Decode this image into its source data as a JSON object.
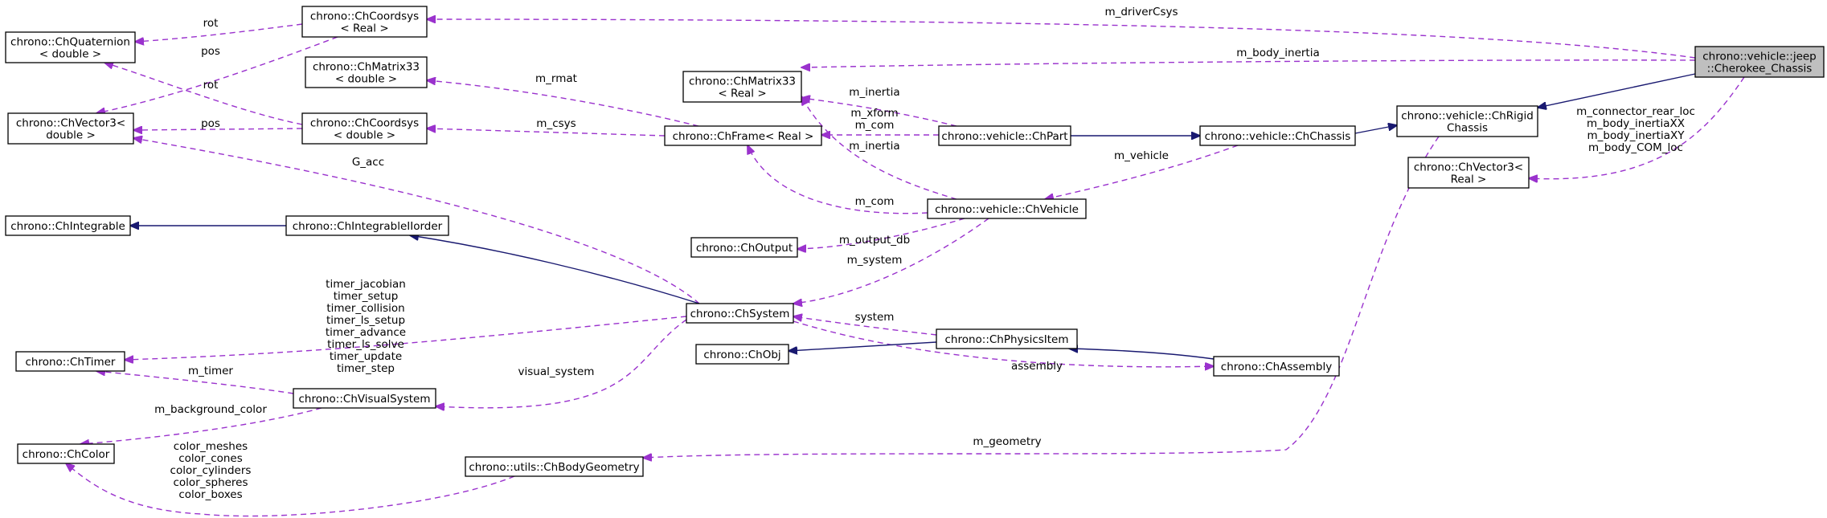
{
  "nodes": {
    "cherokee": [
      "chrono::vehicle::jeep",
      "::Cherokee_Chassis"
    ],
    "coordsys_top": [
      "chrono::ChCoordsys",
      "< Real >"
    ],
    "quaternion": [
      "chrono::ChQuaternion",
      "< double >"
    ],
    "vector3_double": [
      "chrono::ChVector3<",
      "double >"
    ],
    "matrix33_double": [
      "chrono::ChMatrix33",
      "< double >"
    ],
    "coordsys_double": [
      "chrono::ChCoordsys",
      "< double >"
    ],
    "matrix33_real": [
      "chrono::ChMatrix33",
      "< Real >"
    ],
    "frame_real": [
      "chrono::ChFrame< Real >"
    ],
    "chpart": [
      "chrono::vehicle::ChPart"
    ],
    "chchassis": [
      "chrono::vehicle::ChChassis"
    ],
    "rigid_chassis": [
      "chrono::vehicle::ChRigid",
      "Chassis"
    ],
    "vector3_real": [
      "chrono::ChVector3<",
      "Real >"
    ],
    "integrable": [
      "chrono::ChIntegrable"
    ],
    "integrable1": [
      "chrono::ChIntegrableIIorder"
    ],
    "chvehicle": [
      "chrono::vehicle::ChVehicle"
    ],
    "choutput": [
      "chrono::ChOutput"
    ],
    "chsystem": [
      "chrono::ChSystem"
    ],
    "chtimer": [
      "chrono::ChTimer"
    ],
    "chobj": [
      "chrono::ChObj"
    ],
    "physicsitem": [
      "chrono::ChPhysicsItem"
    ],
    "assembly": [
      "chrono::ChAssembly"
    ],
    "visualsystem": [
      "chrono::ChVisualSystem"
    ],
    "chcolor": [
      "chrono::ChColor"
    ],
    "bodygeometry": [
      "chrono::utils::ChBodyGeometry"
    ]
  },
  "edge_labels": {
    "m_driverCsys": [
      "m_driverCsys"
    ],
    "rot_top": [
      "rot"
    ],
    "pos_top": [
      "pos"
    ],
    "rot_mid": [
      "rot"
    ],
    "pos_mid": [
      "pos"
    ],
    "m_body_inertia": [
      "m_body_inertia"
    ],
    "m_rmat": [
      "m_rmat"
    ],
    "m_csys": [
      "m_csys"
    ],
    "m_inertia_part": [
      "m_inertia"
    ],
    "m_xform_com": [
      "m_xform",
      "m_com"
    ],
    "m_inertia_veh": [
      "m_inertia"
    ],
    "m_vehicle": [
      "m_vehicle"
    ],
    "rigid_labels": [
      "m_connector_rear_loc",
      "m_body_inertiaXX",
      "m_body_inertiaXY",
      "m_body_COM_loc"
    ],
    "g_acc": [
      "G_acc"
    ],
    "m_com": [
      "m_com"
    ],
    "m_output_db": [
      "m_output_db"
    ],
    "m_system": [
      "m_system"
    ],
    "timers": [
      "timer_jacobian",
      "timer_setup",
      "timer_collision",
      "timer_ls_setup",
      "timer_advance",
      "timer_ls_solve",
      "timer_update",
      "timer_step"
    ],
    "system": [
      "system"
    ],
    "assembly": [
      "assembly"
    ],
    "visual_system": [
      "visual_system"
    ],
    "m_timer": [
      "m_timer"
    ],
    "m_background_color": [
      "m_background_color"
    ],
    "m_geometry": [
      "m_geometry"
    ],
    "colors": [
      "color_meshes",
      "color_cones",
      "color_cylinders",
      "color_spheres",
      "color_boxes"
    ]
  },
  "colors": {
    "usage_edge": "#9a32cd",
    "inherit_edge": "#191970",
    "highlight_fill": "#bfbfbf"
  }
}
